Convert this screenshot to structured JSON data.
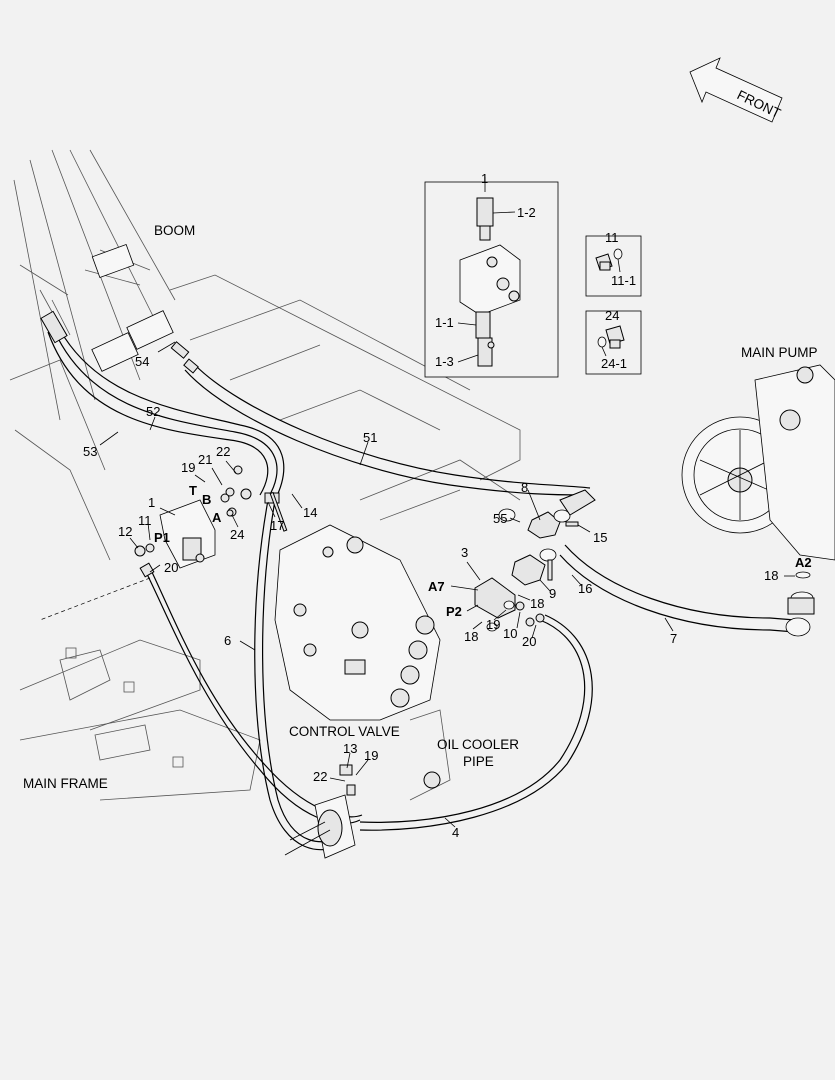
{
  "labels": {
    "front": "FRONT",
    "boom": "BOOM",
    "main_pump": "MAIN PUMP",
    "control_valve": "CONTROL VALVE",
    "oil_cooler_pipe_line1": "OIL COOLER",
    "oil_cooler_pipe_line2": "PIPE",
    "main_frame": "MAIN FRAME"
  },
  "callouts": {
    "c1_box": "1",
    "c1_2": "1-2",
    "c1_1": "1-1",
    "c1_3": "1-3",
    "c11_box": "11",
    "c11_1": "11-1",
    "c24_box": "24",
    "c24_1": "24-1",
    "c54": "54",
    "c52": "52",
    "c53": "53",
    "c51": "51",
    "c19_a": "19",
    "c21": "21",
    "c22_a": "22",
    "c1_main": "1",
    "c11_main": "11",
    "c12": "12",
    "c20_a": "20",
    "c17": "17",
    "c14": "14",
    "c24_main": "24",
    "c8": "8",
    "c55": "55",
    "c15": "15",
    "c3": "3",
    "c9": "9",
    "c16": "16",
    "c18_a": "18",
    "c18_b": "18",
    "c19_b": "19",
    "c10": "10",
    "c20_b": "20",
    "c7": "7",
    "c18_pump": "18",
    "c6": "6",
    "c13": "13",
    "c19_c": "19",
    "c22_b": "22",
    "c4": "4"
  },
  "port_labels": {
    "T": "T",
    "B": "B",
    "A": "A",
    "P1": "P1",
    "A7": "A7",
    "P2": "P2",
    "A2": "A2"
  },
  "colors": {
    "background": "#f2f2f2",
    "ink": "#000000",
    "part_fill": "#e6e6e6"
  }
}
